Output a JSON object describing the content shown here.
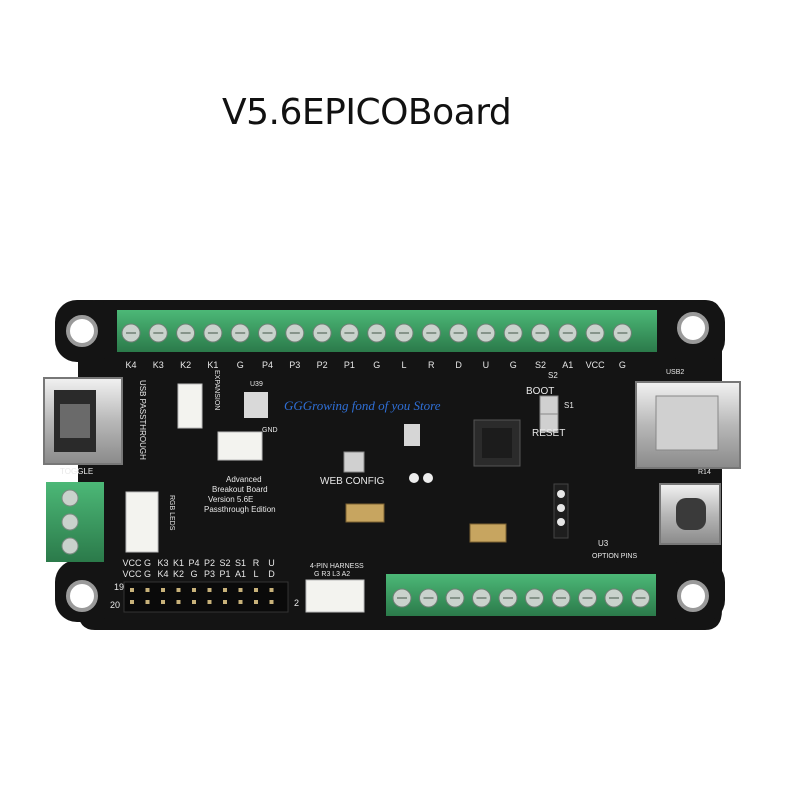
{
  "title": "V5.6EPICOBoard",
  "watermark": "GGGrowing fond of you Store",
  "board": {
    "top_terminal_labels": [
      "K4",
      "K3",
      "K2",
      "K1",
      "G",
      "P4",
      "P3",
      "P2",
      "P1",
      "G",
      "L",
      "R",
      "D",
      "U",
      "G",
      "S2",
      "A1",
      "VCC",
      "G"
    ],
    "usb_passthrough": "USB PASSTHROUGH",
    "expansion": "EXPANSION",
    "u39": "U39",
    "gnd": "GND",
    "toggle": "TOGGLE",
    "rgb_leds": "RGB LEDS",
    "info_lines": [
      "Advanced",
      "Breakout Board",
      "Version 5.6E",
      "Passthrough Edition"
    ],
    "web_config": "WEB CONFIG",
    "boot": "BOOT",
    "reset": "RESET",
    "s1": "S1",
    "s2": "S2",
    "usb2": "USB2",
    "u3": "U3",
    "r14": "R14",
    "option_pins": "OPTION PINS",
    "harness": "4-PIN HARNESS",
    "harness_pins": "G  R3  L3  A2",
    "header_row1": [
      "VCC",
      "G",
      "K3",
      "K1",
      "P4",
      "P2",
      "S2",
      "S1",
      "R",
      "U"
    ],
    "header_row2": [
      "VCC",
      "G",
      "K4",
      "K2",
      "G",
      "P3",
      "P1",
      "A1",
      "L",
      "D"
    ],
    "header_num_19": "19",
    "header_num_20": "20",
    "header_num_2": "2"
  },
  "colors": {
    "pcb": "#121212",
    "terminal": "#3fa66a",
    "terminal_dark": "#2c7a4c",
    "screw": "#c9d2cc"
  }
}
